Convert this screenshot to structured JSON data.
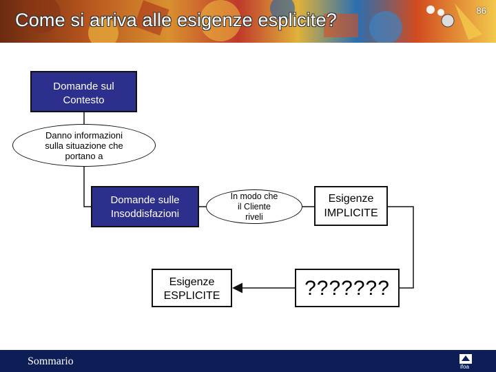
{
  "header": {
    "title": "Come si arriva alle esigenze esplicite?",
    "page_number": "86"
  },
  "diagram": {
    "context_box": {
      "line1": "Domande sul",
      "line2": "Contesto"
    },
    "context_ellipse": {
      "line1": "Danno informazioni",
      "line2": "sulla situazione che",
      "line3": "portano a"
    },
    "dissatisfaction_box": {
      "line1": "Domande sulle",
      "line2": "Insoddisfazioni"
    },
    "client_ellipse": {
      "line1": "In modo che",
      "line2": "il Cliente",
      "line3": "riveli"
    },
    "implicit_box": {
      "line1": "Esigenze",
      "line2": "IMPLICITE"
    },
    "question_box": {
      "text": "???????"
    },
    "explicit_box": {
      "line1": "Esigenze",
      "line2": "ESPLICITE"
    }
  },
  "footer": {
    "sommario_label": "Sommario",
    "logo_text": "ifoa"
  },
  "colors": {
    "box_blue": "#2d2f8c",
    "footer_navy": "#0d1e57"
  }
}
